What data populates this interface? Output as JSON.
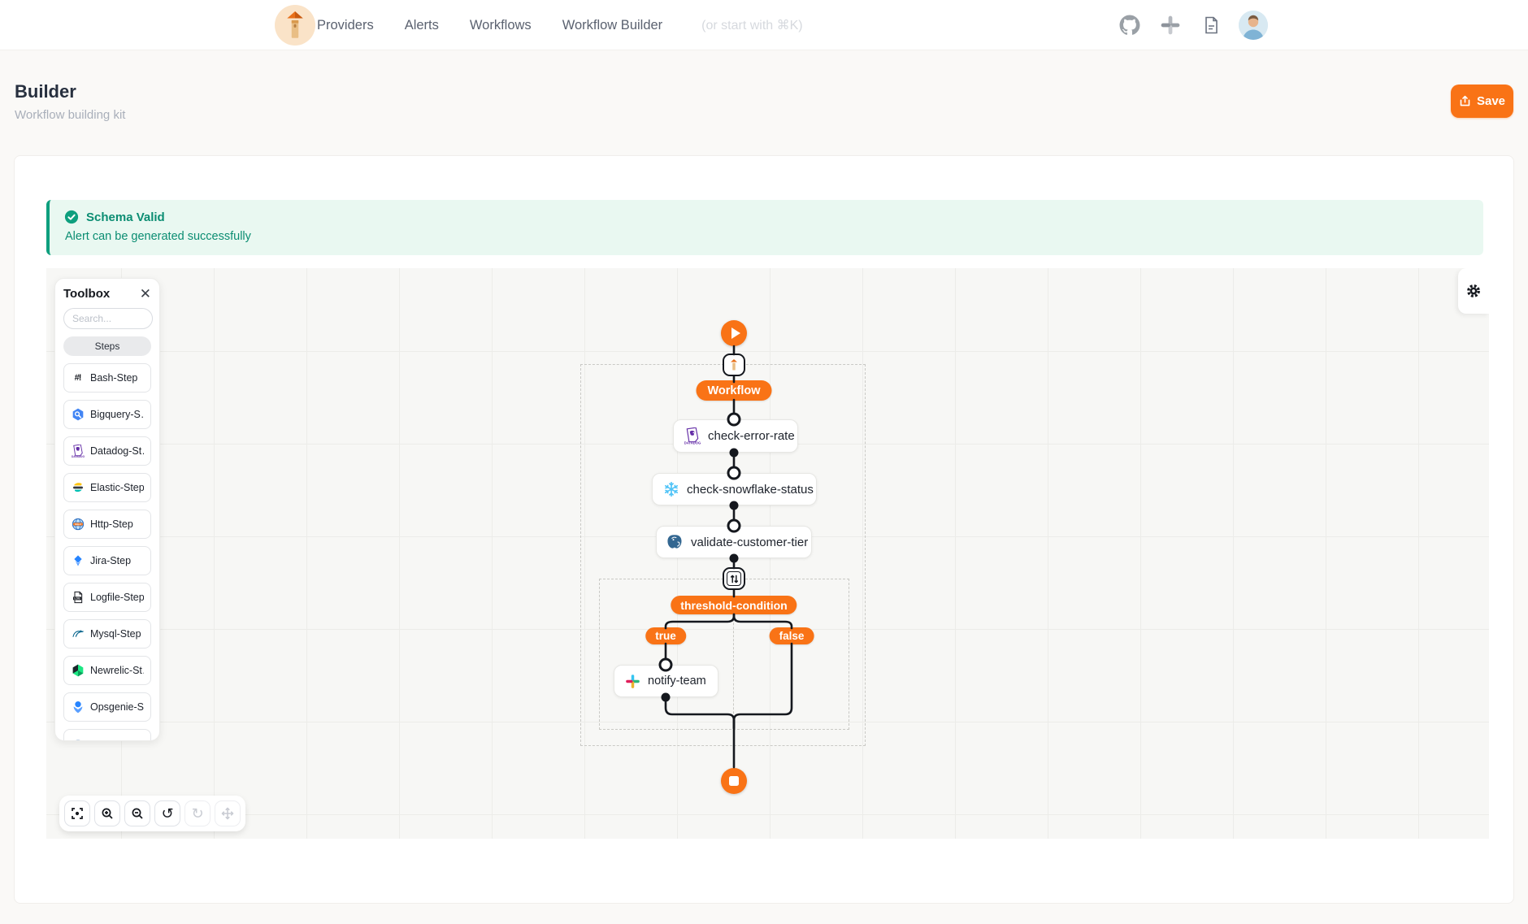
{
  "header": {
    "nav": [
      "Providers",
      "Alerts",
      "Workflows",
      "Workflow Builder"
    ],
    "shortcut_hint": "(or start with ⌘K)"
  },
  "page": {
    "title": "Builder",
    "subtitle": "Workflow building kit"
  },
  "actions": {
    "save_label": "Save"
  },
  "banner": {
    "title": "Schema Valid",
    "message": "Alert can be generated successfully"
  },
  "toolbox": {
    "title": "Toolbox",
    "close_glyph": "✕",
    "search_placeholder": "Search...",
    "section_label": "Steps",
    "steps": [
      {
        "label": "Bash-Step"
      },
      {
        "label": "Bigquery-S…"
      },
      {
        "label": "Datadog-St…"
      },
      {
        "label": "Elastic-Step"
      },
      {
        "label": "Http-Step"
      },
      {
        "label": "Jira-Step"
      },
      {
        "label": "Logfile-Step"
      },
      {
        "label": "Mysql-Step"
      },
      {
        "label": "Newrelic-St…"
      },
      {
        "label": "Opsgenie-S…"
      }
    ]
  },
  "workflow": {
    "trigger_label": "Workflow",
    "steps": [
      {
        "label": "check-error-rate",
        "provider": "datadog"
      },
      {
        "label": "check-snowflake-status",
        "provider": "snowflake"
      },
      {
        "label": "validate-customer-tier",
        "provider": "postgres"
      }
    ],
    "condition": {
      "label": "threshold-condition",
      "branches": [
        "true",
        "false"
      ]
    },
    "action": {
      "label": "notify-team",
      "provider": "slack"
    }
  },
  "controls": {
    "undo_glyph": "↺",
    "redo_glyph": "↻"
  },
  "colors": {
    "accent": "#F97316",
    "banner_text": "#0B8D72",
    "banner_bg": "#E9F8F1",
    "edge": "#15181E"
  }
}
